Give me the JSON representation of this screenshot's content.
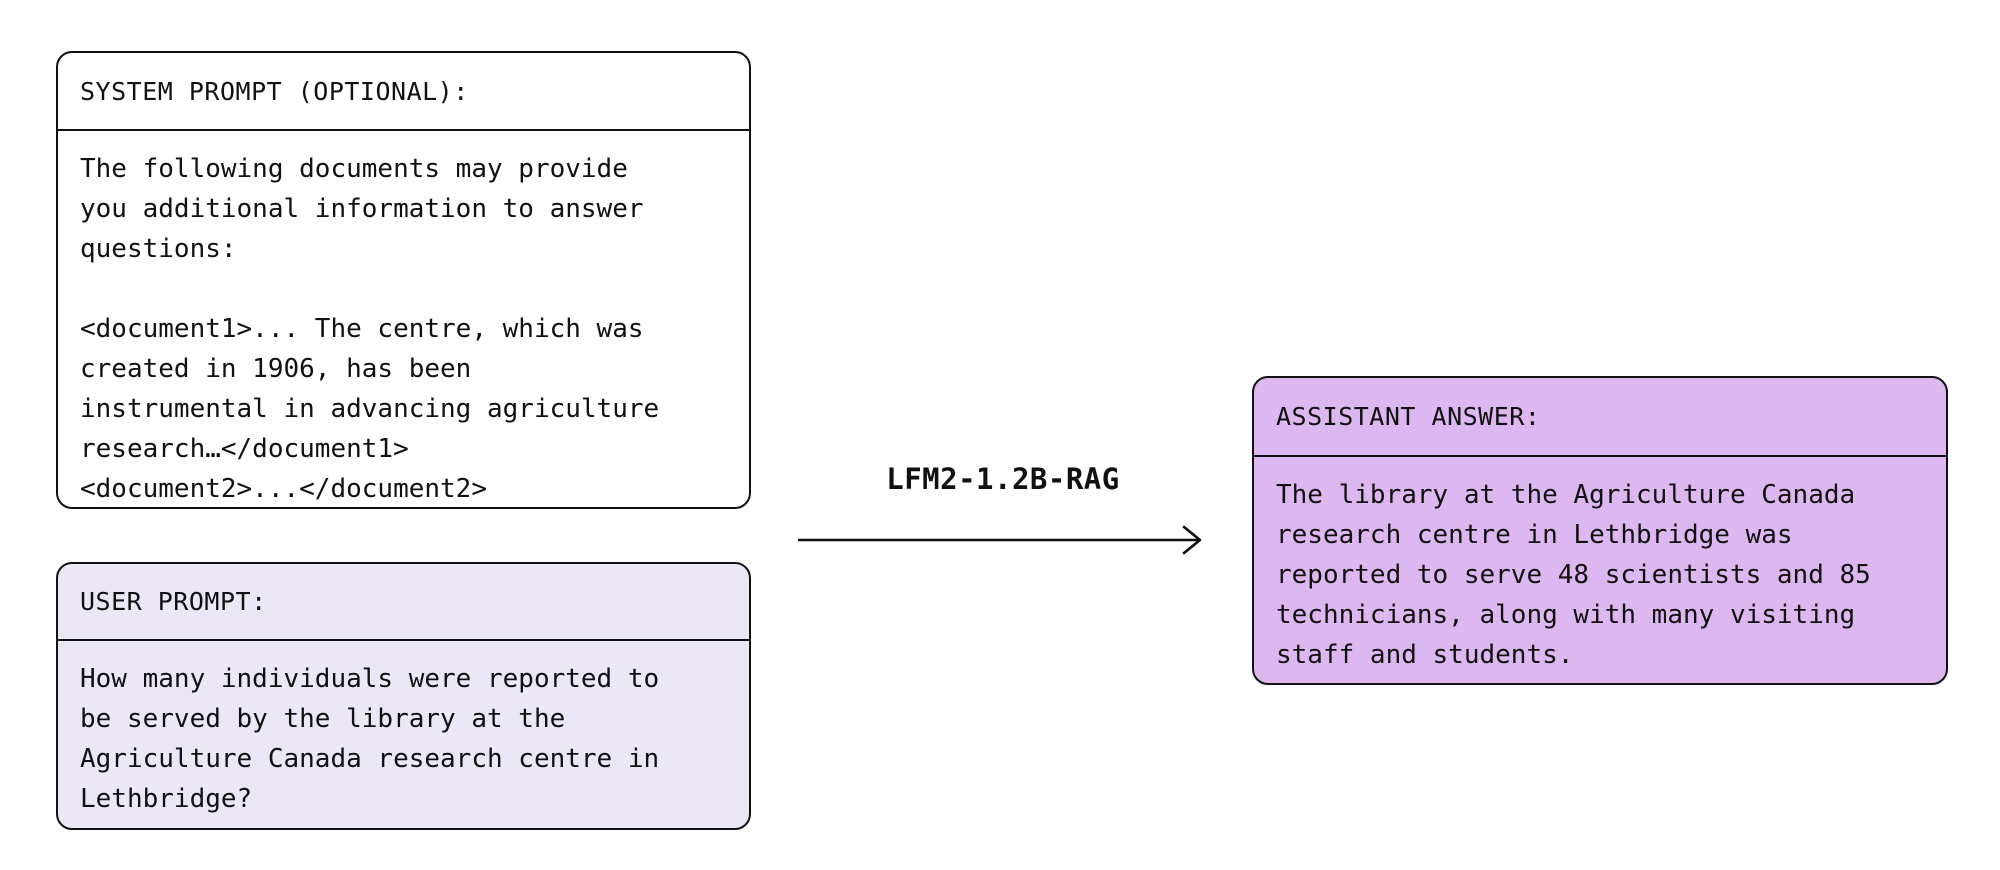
{
  "diagram": {
    "system_box": {
      "title": "SYSTEM PROMPT (OPTIONAL):",
      "body": "The following documents may provide\nyou additional information to answer\nquestions:\n\n<document1>... The centre, which was\ncreated in 1906, has been\ninstrumental in advancing agriculture\nresearch…</document1>\n<document2>...</document2>"
    },
    "user_box": {
      "title": "USER PROMPT:",
      "body": "How many individuals were reported to\nbe served by the library at the\nAgriculture Canada research centre in\nLethbridge?"
    },
    "assistant_box": {
      "title": "ASSISTANT ANSWER:",
      "body": "The library at the Agriculture Canada\nresearch centre in Lethbridge was\nreported to serve 48 scientists and 85\ntechnicians, along with many visiting\nstaff and students."
    },
    "arrow": {
      "label": "LFM2-1.2B-RAG",
      "icon": "right-arrow-icon"
    }
  },
  "colors": {
    "canvas_bg": "#ffffff",
    "system_box_bg": "#ffffff",
    "user_box_bg": "#ece7f4",
    "assistant_box_bg": "#ddb8f0",
    "border": "#121212",
    "text": "#111111"
  }
}
